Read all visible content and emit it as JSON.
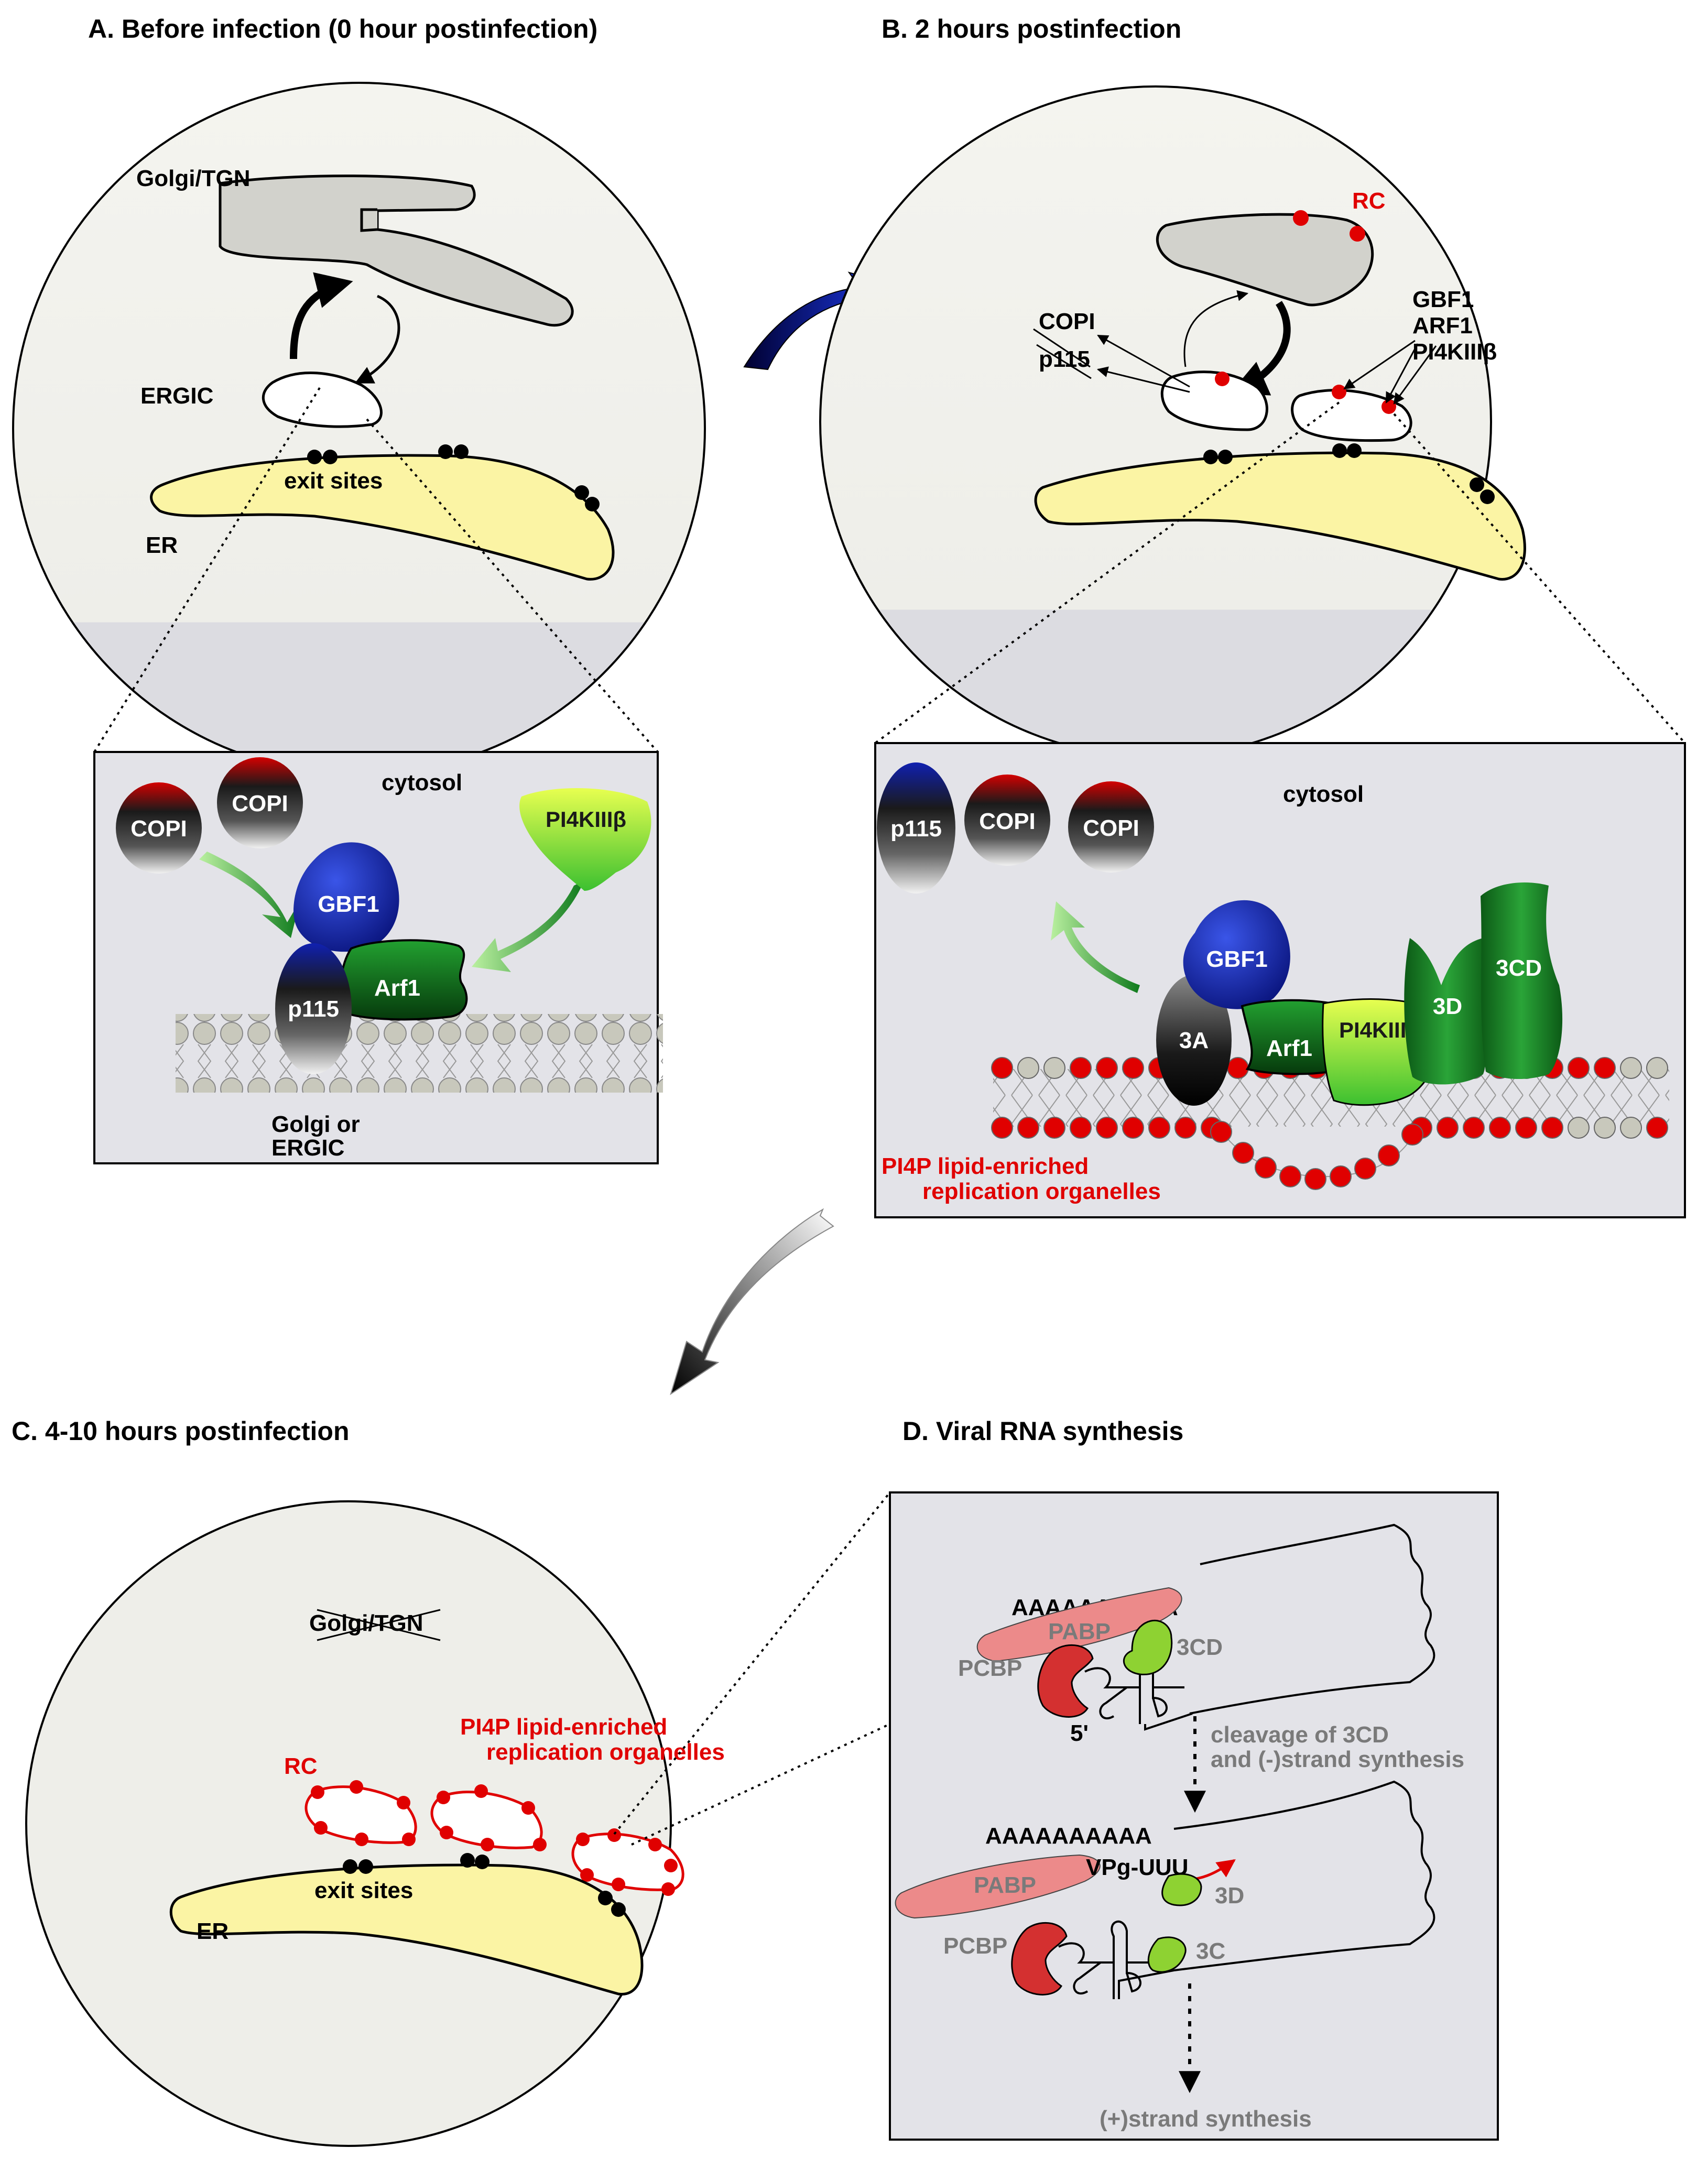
{
  "panels": {
    "a": {
      "title": "A.  Before infection (0 hour postinfection)",
      "golgi": "Golgi/TGN",
      "ergic": "ERGIC",
      "exit_sites": "exit sites",
      "er": "ER",
      "inset": {
        "cytosol": "cytosol",
        "copi_1": "COPI",
        "copi_2": "COPI",
        "gbf1": "GBF1",
        "p115": "p115",
        "arf1": "Arf1",
        "pi4k": "PI4KIIIβ",
        "membrane_line1": "Golgi or",
        "membrane_line2": "ERGIC"
      }
    },
    "b": {
      "title": "B.  2 hours postinfection",
      "rc": "RC",
      "copi": "COPI",
      "p115": "p115",
      "gbf1": "GBF1",
      "arf1": "ARF1",
      "pi4k": "PI4KIIIβ",
      "inset": {
        "cytosol": "cytosol",
        "p115": "p115",
        "copi_1": "COPI",
        "copi_2": "COPI",
        "gbf1": "GBF1",
        "a3": "3A",
        "arf1": "Arf1",
        "pi4k": "PI4KIIIβ",
        "d3": "3D",
        "cd3": "3CD",
        "organelle_line1": "PI4P lipid-enriched",
        "organelle_line2": "replication organelles"
      }
    },
    "c": {
      "title": "C.  4-10 hours postinfection",
      "golgi": "Golgi/TGN",
      "organelle_line1": "PI4P lipid-enriched",
      "organelle_line2": "replication organelles",
      "rc": "RC",
      "exit_sites": "exit sites",
      "er": "ER"
    },
    "d": {
      "title": "D.  Viral RNA synthesis",
      "polya_1": "AAAAAAAAAA",
      "pabp_1": "PABP",
      "pcbp_1": "PCBP",
      "cd3": "3CD",
      "five_prime": "5'",
      "step_line1": "cleavage of 3CD",
      "step_line2": "and (-)strand synthesis",
      "polya_2": "AAAAAAAAAA",
      "pabp_2": "PABP",
      "vpg": "VPg-UUU",
      "d3": "3D",
      "pcbp_2": "PCBP",
      "c3": "3C",
      "plus_strand": "(+)strand synthesis"
    }
  },
  "colors": {
    "golgi": "#d2d2cc",
    "er": "#fbf4a4",
    "inset_bg": "#e3e3e8",
    "cell_top": "#f1f1ec",
    "cell_bottom": "#dcdce0",
    "red": "#e00000",
    "gbf1": "#1f2fa8",
    "arf1": "#0e6a18",
    "green_light": "#2fbf3a",
    "pi4k": "#b8f030",
    "pabp": "#ec8a8a",
    "pcbp": "#d43030",
    "viral_green": "#8ed232"
  }
}
